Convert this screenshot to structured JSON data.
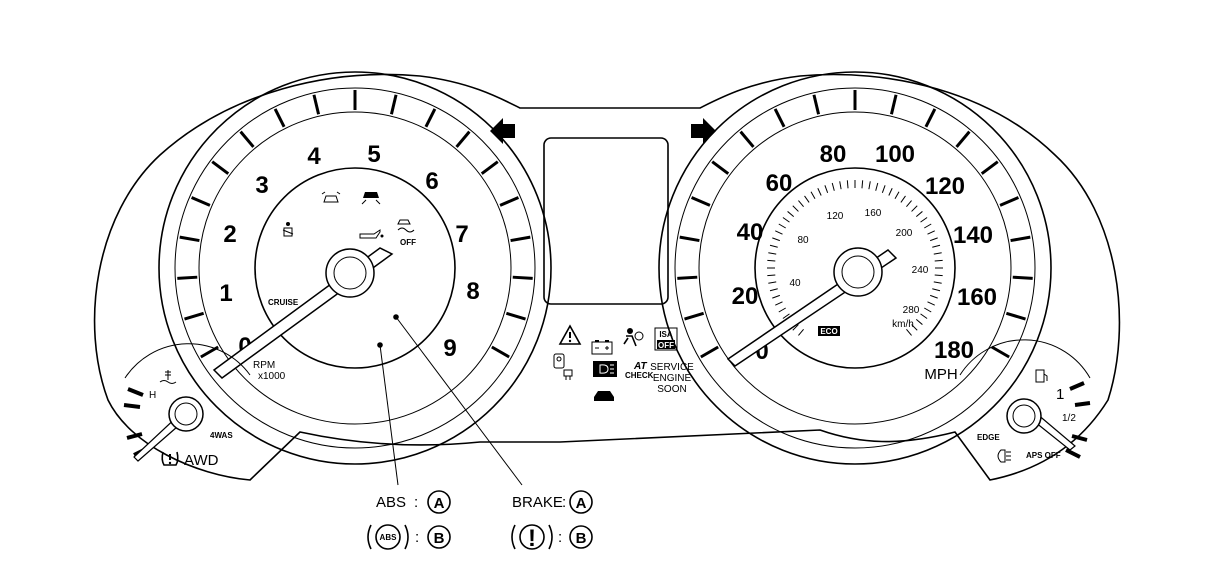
{
  "tachometer": {
    "numbers": [
      "0",
      "1",
      "2",
      "3",
      "4",
      "5",
      "6",
      "7",
      "8",
      "9"
    ],
    "unit_line1": "RPM",
    "unit_line2": "x1000",
    "cruise_label": "CRUISE"
  },
  "speedometer": {
    "mph_numbers": [
      "0",
      "20",
      "40",
      "60",
      "80",
      "100",
      "120",
      "140",
      "160",
      "180"
    ],
    "mph_unit": "MPH",
    "kmh_numbers": [
      "40",
      "80",
      "120",
      "160",
      "200",
      "240",
      "280"
    ],
    "kmh_unit": "km/h",
    "eco_label": "ECO"
  },
  "temp_gauge": {
    "h_label": "H",
    "awd_label": "AWD",
    "awas_label": "4WAS"
  },
  "fuel_gauge": {
    "full_label": "1",
    "half_label": "1/2",
    "edge_label": "EDGE",
    "aps_label": "APS OFF"
  },
  "indicators": {
    "isa": "ISA",
    "isa_off": "OFF",
    "at": "AT",
    "at_sub": "CHECK",
    "service_line1": "SERVICE",
    "service_line2": "ENGINE",
    "service_line3": "SOON",
    "vdc_off": "OFF"
  },
  "callouts": {
    "abs_label": "ABS",
    "abs_icon_text": "ABS",
    "abs_type_a": "A",
    "abs_type_b": "B",
    "brake_label": "BRAKE",
    "brake_icon_text": "!",
    "brake_type_a": "A",
    "brake_type_b": "B",
    "separator": ":"
  }
}
